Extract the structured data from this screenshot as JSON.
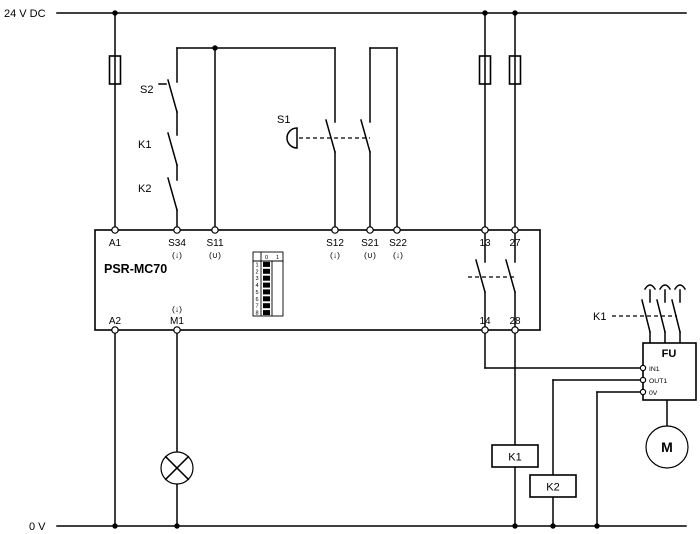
{
  "rails": {
    "top": "24 V DC",
    "bottom": "0 V"
  },
  "device": {
    "name": "PSR-MC70",
    "top_terminals": [
      {
        "id": "A1",
        "mark": ""
      },
      {
        "id": "S34",
        "mark": "(↓)"
      },
      {
        "id": "S11",
        "mark": "(∪)"
      },
      {
        "id": "S12",
        "mark": "(↓)"
      },
      {
        "id": "S21",
        "mark": "(∪)"
      },
      {
        "id": "S22",
        "mark": "(↓)"
      },
      {
        "id": "13",
        "mark": ""
      },
      {
        "id": "27",
        "mark": ""
      }
    ],
    "bottom_terminals": [
      {
        "id": "A2",
        "mark": ""
      },
      {
        "id": "M1",
        "mark": "(↓)"
      },
      {
        "id": "14",
        "mark": ""
      },
      {
        "id": "28",
        "mark": ""
      }
    ],
    "dip_switch": {
      "column_headers": [
        "0",
        "1"
      ],
      "row_labels": [
        "1",
        "2",
        "3",
        "4",
        "5",
        "6",
        "7",
        "8"
      ],
      "positions": [
        "0",
        "0",
        "0",
        "0",
        "0",
        "0",
        "0",
        "0"
      ]
    }
  },
  "components": {
    "reset_button": {
      "label": "S2"
    },
    "feedback_contact_1": {
      "label": "K1"
    },
    "feedback_contact_2": {
      "label": "K2"
    },
    "estop": {
      "label": "S1"
    },
    "contactor": {
      "label": "K1"
    },
    "coil_k1": {
      "label": "K1"
    },
    "coil_k2": {
      "label": "K2"
    },
    "inverter": {
      "label": "FU",
      "terminals": [
        "IN1",
        "OUT1",
        "0V"
      ]
    },
    "motor": {
      "label": "M"
    }
  },
  "colors": {
    "line": "#000000",
    "background": "#ffffff"
  }
}
